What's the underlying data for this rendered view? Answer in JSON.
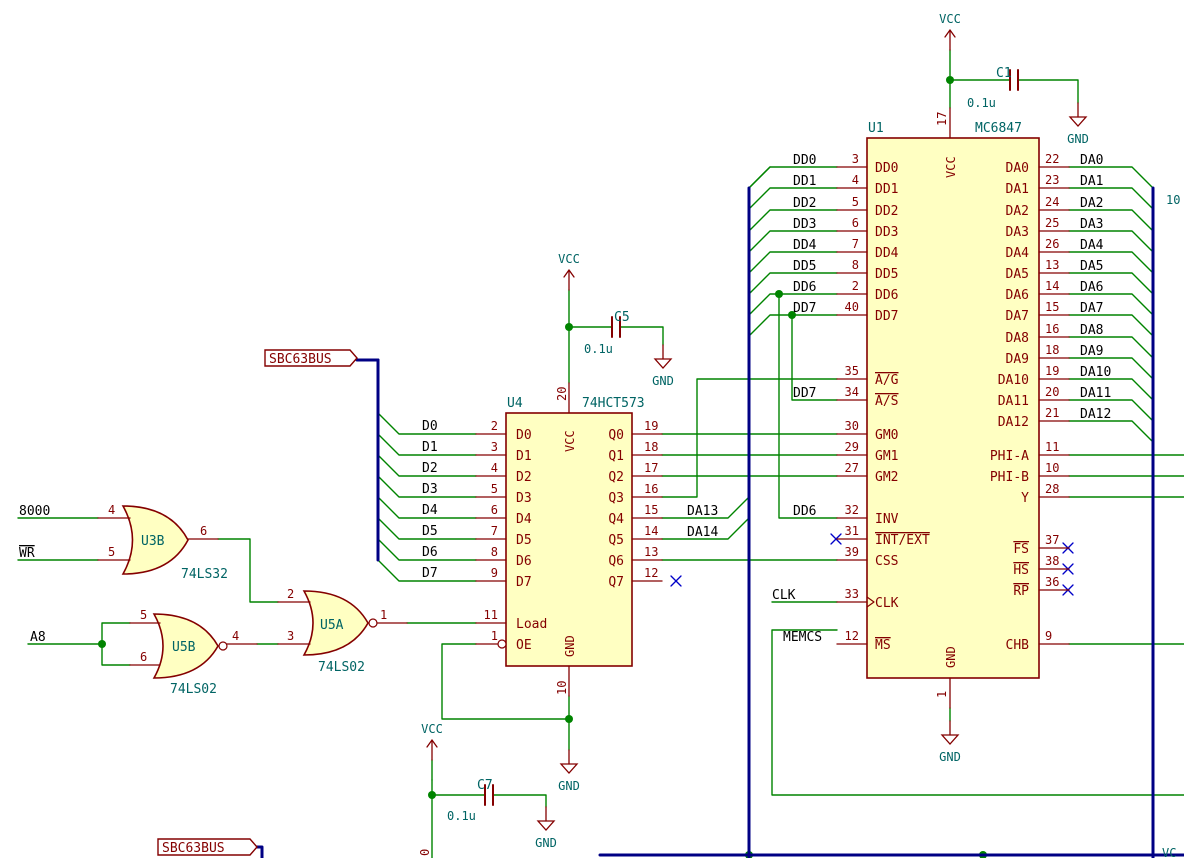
{
  "colors": {
    "wire": "#008400",
    "bus": "#000084",
    "pin": "#840000",
    "body_fill": "#ffffc2",
    "ref_text": "#006464",
    "pin_num": "#840000",
    "pin_name": "#840000",
    "net_label": "#000000",
    "nc": "#0000c8",
    "junction": "#008400",
    "label_box": "#840000",
    "label_fill": "#ffffff"
  },
  "power": {
    "vcc": "VCC",
    "gnd": "GND"
  },
  "u1": {
    "ref": "U1",
    "value": "MC6847",
    "vcc_name": "VCC",
    "vcc_pin": "17",
    "gnd_name": "GND",
    "gnd_pin": "1",
    "left_pins": [
      {
        "name": "DD0",
        "num": "3",
        "net": "DD0"
      },
      {
        "name": "DD1",
        "num": "4",
        "net": "DD1"
      },
      {
        "name": "DD2",
        "num": "5",
        "net": "DD2"
      },
      {
        "name": "DD3",
        "num": "6",
        "net": "DD3"
      },
      {
        "name": "DD4",
        "num": "7",
        "net": "DD4"
      },
      {
        "name": "DD5",
        "num": "8",
        "net": "DD5"
      },
      {
        "name": "DD6",
        "num": "2",
        "net": "DD6"
      },
      {
        "name": "DD7",
        "num": "40",
        "net": "DD7"
      },
      {
        "name": "A/G",
        "num": "35",
        "net": ""
      },
      {
        "name": "A/S",
        "num": "34",
        "net": "DD7"
      },
      {
        "name": "GM0",
        "num": "30",
        "net": ""
      },
      {
        "name": "GM1",
        "num": "29",
        "net": ""
      },
      {
        "name": "GM2",
        "num": "27",
        "net": ""
      },
      {
        "name": "INV",
        "num": "32",
        "net": "DD6"
      },
      {
        "name": "INT/EXT",
        "num": "31",
        "net": ""
      },
      {
        "name": "CSS",
        "num": "39",
        "net": ""
      },
      {
        "name": "CLK",
        "num": "33",
        "net": "CLK"
      },
      {
        "name": "MS",
        "num": "12",
        "net": "MEMCS"
      }
    ],
    "right_pins": [
      {
        "name": "DA0",
        "num": "22",
        "net": "DA0"
      },
      {
        "name": "DA1",
        "num": "23",
        "net": "DA1"
      },
      {
        "name": "DA2",
        "num": "24",
        "net": "DA2"
      },
      {
        "name": "DA3",
        "num": "25",
        "net": "DA3"
      },
      {
        "name": "DA4",
        "num": "26",
        "net": "DA4"
      },
      {
        "name": "DA5",
        "num": "13",
        "net": "DA5"
      },
      {
        "name": "DA6",
        "num": "14",
        "net": "DA6"
      },
      {
        "name": "DA7",
        "num": "15",
        "net": "DA7"
      },
      {
        "name": "DA8",
        "num": "16",
        "net": "DA8"
      },
      {
        "name": "DA9",
        "num": "18",
        "net": "DA9"
      },
      {
        "name": "DA10",
        "num": "19",
        "net": "DA10"
      },
      {
        "name": "DA11",
        "num": "20",
        "net": "DA11"
      },
      {
        "name": "DA12",
        "num": "21",
        "net": "DA12"
      },
      {
        "name": "PHI-A",
        "num": "11",
        "net": ""
      },
      {
        "name": "PHI-B",
        "num": "10",
        "net": ""
      },
      {
        "name": "Y",
        "num": "28",
        "net": ""
      },
      {
        "name": "FS",
        "num": "37",
        "net": ""
      },
      {
        "name": "HS",
        "num": "38",
        "net": ""
      },
      {
        "name": "RP",
        "num": "36",
        "net": ""
      },
      {
        "name": "CHB",
        "num": "9",
        "net": ""
      }
    ]
  },
  "u4": {
    "ref": "U4",
    "value": "74HCT573",
    "vcc_name": "VCC",
    "vcc_pin": "20",
    "gnd_name": "GND",
    "gnd_pin": "10",
    "left_pins": [
      {
        "name": "D0",
        "num": "2",
        "net": "D0"
      },
      {
        "name": "D1",
        "num": "3",
        "net": "D1"
      },
      {
        "name": "D2",
        "num": "4",
        "net": "D2"
      },
      {
        "name": "D3",
        "num": "5",
        "net": "D3"
      },
      {
        "name": "D4",
        "num": "6",
        "net": "D4"
      },
      {
        "name": "D5",
        "num": "7",
        "net": "D5"
      },
      {
        "name": "D6",
        "num": "8",
        "net": "D6"
      },
      {
        "name": "D7",
        "num": "9",
        "net": "D7"
      },
      {
        "name": "Load",
        "num": "11",
        "net": ""
      },
      {
        "name": "OE",
        "num": "1",
        "net": ""
      }
    ],
    "right_pins": [
      {
        "name": "Q0",
        "num": "19",
        "net": ""
      },
      {
        "name": "Q1",
        "num": "18",
        "net": ""
      },
      {
        "name": "Q2",
        "num": "17",
        "net": ""
      },
      {
        "name": "Q3",
        "num": "16",
        "net": ""
      },
      {
        "name": "Q4",
        "num": "15",
        "net": "DA13"
      },
      {
        "name": "Q5",
        "num": "14",
        "net": "DA14"
      },
      {
        "name": "Q6",
        "num": "13",
        "net": ""
      },
      {
        "name": "Q7",
        "num": "12",
        "net": ""
      }
    ]
  },
  "u3b": {
    "ref": "U3B",
    "value": "74LS32",
    "pin_a": "4",
    "pin_b": "5",
    "pin_out": "6",
    "net_a": "8000",
    "net_b": "WR"
  },
  "u5a": {
    "ref": "U5A",
    "value": "74LS02",
    "pin_a": "2",
    "pin_b": "3",
    "pin_out": "1"
  },
  "u5b": {
    "ref": "U5B",
    "value": "74LS02",
    "pin_a": "5",
    "pin_b": "6",
    "pin_out": "4",
    "net_in": "A8"
  },
  "c1": {
    "ref": "C1",
    "value": "0.1u"
  },
  "c5": {
    "ref": "C5",
    "value": "0.1u"
  },
  "c7": {
    "ref": "C7",
    "value": "0.1u"
  },
  "hier": {
    "top": "SBC63BUS",
    "bottom": "SBC63BUS"
  },
  "edge": {
    "right_top": "10",
    "right_bottom": "VC",
    "bottom_pin": "0"
  }
}
